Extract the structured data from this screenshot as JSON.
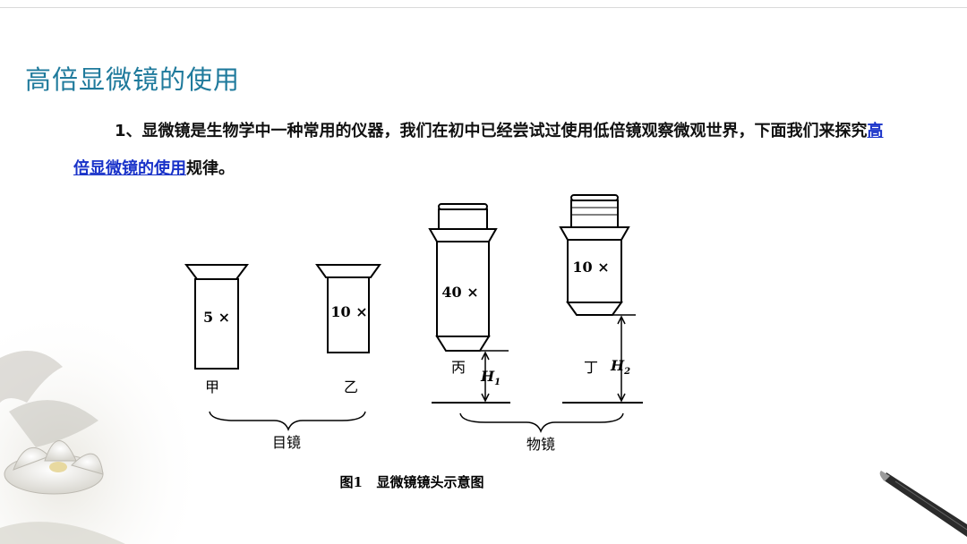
{
  "slide": {
    "title": "高倍显微镜的使用",
    "paragraph_prefix": "1、显微镜是生物学中一种常用的仪器，我们在初中已经尝试过使用低倍镜观察微观世界，下面我们来探究",
    "paragraph_link": "高倍显微镜的使用",
    "paragraph_suffix": "规律。"
  },
  "figure": {
    "eyepieces": [
      {
        "mag": "5 ×",
        "label": "甲"
      },
      {
        "mag": "10 ×",
        "label": "乙"
      }
    ],
    "objectives": [
      {
        "mag": "40 ×",
        "label": "丙",
        "distance_label": "H",
        "distance_sub": "1"
      },
      {
        "mag": "10 ×",
        "label": "丁",
        "distance_label": "H",
        "distance_sub": "2"
      }
    ],
    "group_eyepiece": "目镜",
    "group_objective": "物镜",
    "caption": "图1   显微镜镜头示意图"
  },
  "colors": {
    "title": "#1f7a9c",
    "link": "#1a33c9",
    "text": "#111111"
  }
}
